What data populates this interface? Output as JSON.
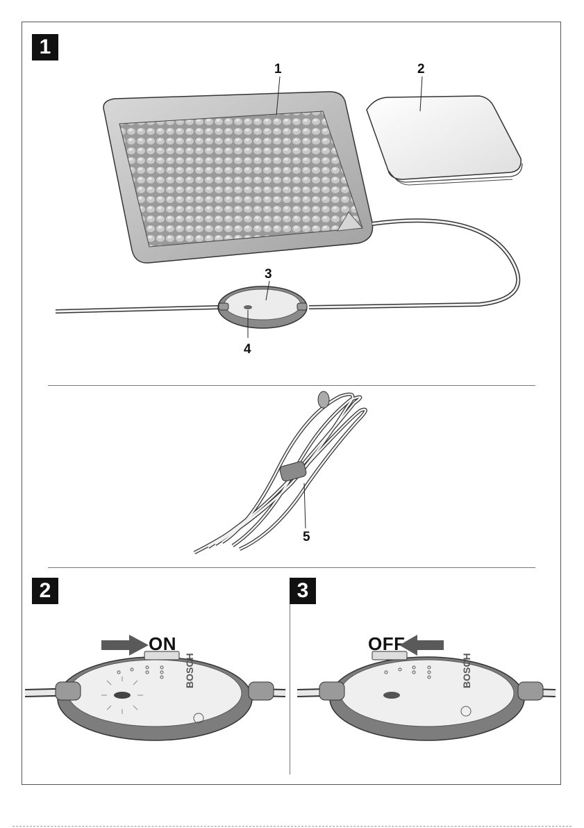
{
  "figures": {
    "fig1": "1",
    "fig2": "2",
    "fig3": "3"
  },
  "callouts": {
    "c1": "1",
    "c2": "2",
    "c3": "3",
    "c4": "4",
    "c5": "5"
  },
  "switch_labels": {
    "on": "ON",
    "off": "OFF"
  },
  "brand": {
    "name": "BOSCH"
  },
  "colors": {
    "badge": "#111111",
    "arrow": "#5a5a5a",
    "pad_border": "#8a8a8a",
    "controller_ring": "#7d7d7d"
  }
}
